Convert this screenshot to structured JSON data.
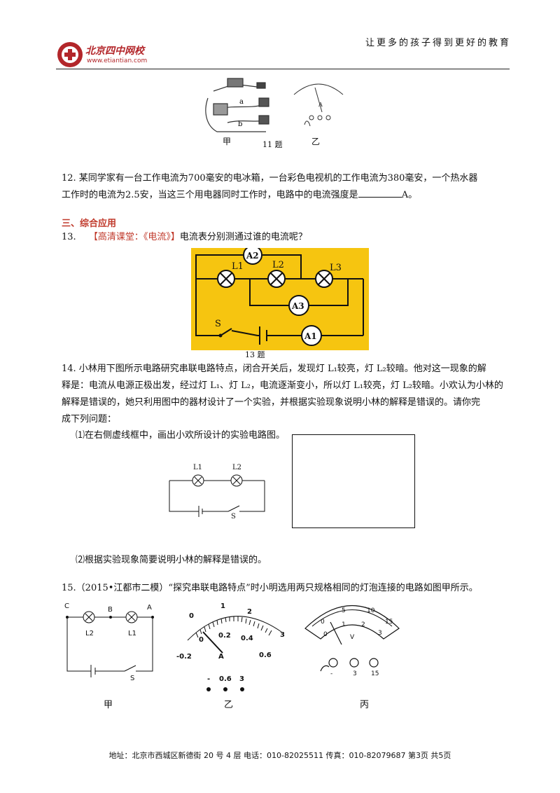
{
  "header": {
    "slogan": "让更多的孩子得到更好的教育",
    "logo_name": "北京四中网校",
    "logo_url": "www.etiantian.com"
  },
  "fig11": {
    "label_jia": "甲",
    "label_yi": "乙",
    "caption": "11 题",
    "wire_a": "a",
    "wire_b": "b",
    "ammeter_letter": "A"
  },
  "q12": {
    "line1": "12.  某同学家有一台工作电流为700毫安的电冰箱，一台彩色电视机的工作电流为380毫安，一个热水器",
    "line2_a": "工作时的电流为2.5安，当这三个用电器同时工作时，电路中的电流强度是",
    "line2_b": "A。"
  },
  "section3": {
    "title": "三、综合应用"
  },
  "q13": {
    "num": "13.",
    "tag": "【高清课堂：《电流》】",
    "text": "电流表分别测通过谁的电流呢？",
    "caption": "13 题",
    "labels": {
      "A1": "A1",
      "A2": "A2",
      "A3": "A3",
      "L1": "L1",
      "L2": "L2",
      "L3": "L3",
      "S": "S"
    }
  },
  "q14": {
    "line1": "14.  小林用下图所示电路研究串联电路特点，闭合开关后，发现灯 L₁较亮，灯 L₂较暗。他对这一现象的解",
    "line2": "释是：电流从电源正极出发，经过灯 L₁、灯 L₂，电流逐渐变小，所以灯 L₁较亮，灯 L₂较暗。小欢认为小林的",
    "line3": "解释是错误的，她只利用图中的器材设计了一个实验，并根据实验现象说明小林的解释是错误的。请你完",
    "line4": "成下列问题：",
    "sub1": "⑴在右侧虚线框中，画出小欢所设计的实验电路图。",
    "sub2": "⑵根据实验现象简要说明小林的解释是错误的。",
    "labels": {
      "L1": "L1",
      "L2": "L2",
      "S": "S"
    }
  },
  "q15": {
    "text": "15.（2015•江都市二模）“探究串联电路特点”时小明选用两只规格相同的灯泡连接的电路如图甲所示。",
    "fig_jia": {
      "label": "甲",
      "C": "C",
      "B": "B",
      "A": "A",
      "L2": "L2",
      "L1": "L1",
      "S": "S"
    },
    "fig_yi": {
      "label": "乙",
      "ticks_outer": [
        "0",
        "1",
        "2",
        "3"
      ],
      "ticks_inner": [
        "-0.2",
        "0",
        "0.2",
        "0.4",
        "0.6"
      ],
      "unit": "A",
      "terminals": [
        "-",
        "0.6",
        "3"
      ]
    },
    "fig_bing": {
      "label": "丙",
      "ticks_outer": [
        "0",
        "5",
        "10",
        "15"
      ],
      "ticks_inner": [
        "0",
        "1",
        "2",
        "3"
      ],
      "unit": "V",
      "terminals": [
        "-",
        "3",
        "15"
      ]
    }
  },
  "footer": {
    "text": "地址：北京市西城区新德街 20 号 4 层  电话：010-82025511  传真：010-82079687   第3页  共5页"
  }
}
